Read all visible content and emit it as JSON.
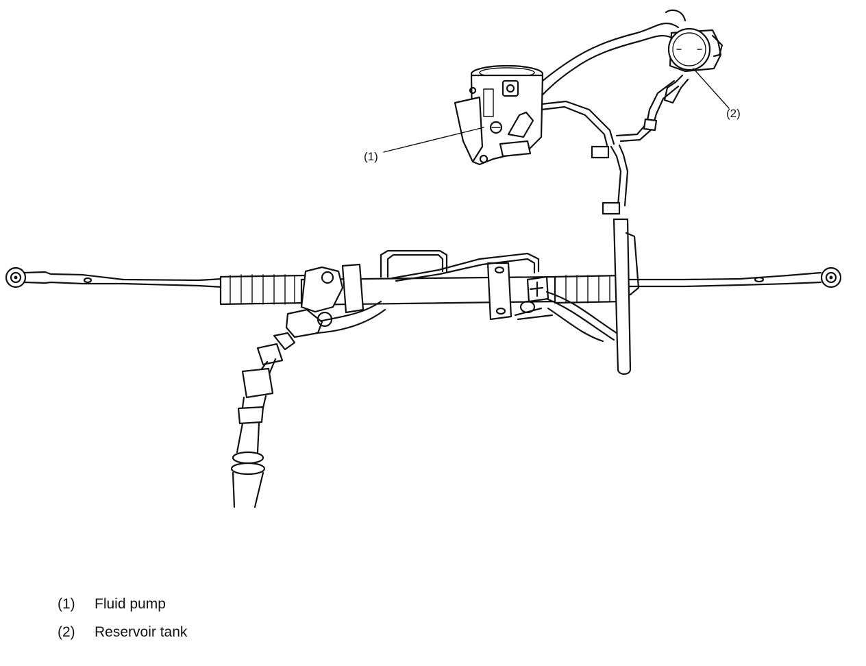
{
  "callouts": [
    {
      "id": "pump",
      "label": "(1)"
    },
    {
      "id": "reservoir",
      "label": "(2)"
    }
  ],
  "legend": [
    {
      "num": "(1)",
      "text": "Fluid pump"
    },
    {
      "num": "(2)",
      "text": "Reservoir tank"
    }
  ]
}
